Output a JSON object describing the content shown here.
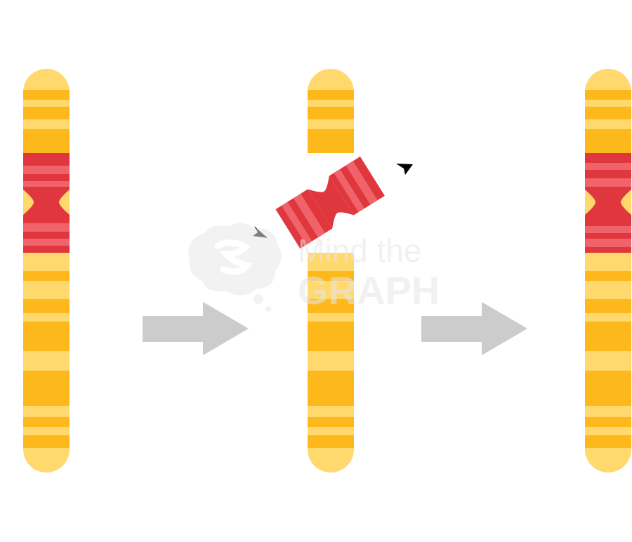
{
  "diagram": {
    "colors": {
      "light_yellow": "#FFD86E",
      "yellow": "#FDB81C",
      "red": "#E0373E",
      "light_red": "#F0636A",
      "arrow_gray": "#CCCCCC",
      "background": "#FFFFFF"
    },
    "panels": [
      {
        "id": "original",
        "state": "intact chromosome with red segment near centromere"
      },
      {
        "id": "break",
        "state": "red segment excised and rotated"
      },
      {
        "id": "inverted",
        "state": "red segment reinserted"
      }
    ],
    "arrows": [
      {
        "id": "arrow-1",
        "from": "original",
        "to": "break"
      },
      {
        "id": "arrow-2",
        "from": "break",
        "to": "inverted"
      }
    ],
    "rotation_arrows": [
      {
        "icon": "arrowhead-icon"
      },
      {
        "icon": "arrowhead-icon"
      }
    ],
    "watermark": {
      "line1": "Mind the",
      "line2": "GRAPH",
      "icon": "brain-icon"
    }
  }
}
